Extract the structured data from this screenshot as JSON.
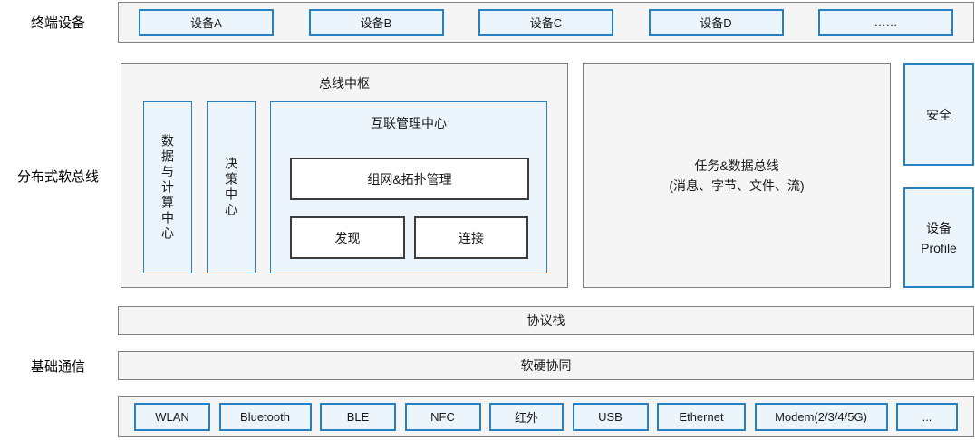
{
  "colors": {
    "panel_fill": "#f5f5f5",
    "panel_border": "#7f7f7f",
    "blue_fill": "#ecf5fb",
    "blue_border": "#2681c4",
    "white_box_border": "#3c3c3c",
    "text": "#1a1a1a"
  },
  "left_labels": {
    "terminal_devices": "终端设备",
    "distributed_softbus": "分布式软总线",
    "basic_communication": "基础通信"
  },
  "device_row": {
    "items": [
      "设备A",
      "设备B",
      "设备C",
      "设备D",
      "……"
    ]
  },
  "bus_hub": {
    "title": "总线中枢",
    "data_computing_center": "数据与计算中心",
    "decision_center": "决策中心",
    "interconnect_center": {
      "title": "互联管理中心",
      "networking_topology": "组网&拓扑管理",
      "discovery": "发现",
      "connection": "连接"
    }
  },
  "task_data_bus": {
    "line1": "任务&数据总线",
    "line2": "(消息、字节、文件、流)"
  },
  "security": "安全",
  "device_profile": {
    "line1": "设备",
    "line2": "Profile"
  },
  "protocol_stack": "协议栈",
  "sw_hw_collaboration": "软硬协同",
  "transport_row": {
    "items": [
      "WLAN",
      "Bluetooth",
      "BLE",
      "NFC",
      "红外",
      "USB",
      "Ethernet",
      "Modem(2/3/4/5G)",
      "..."
    ]
  }
}
